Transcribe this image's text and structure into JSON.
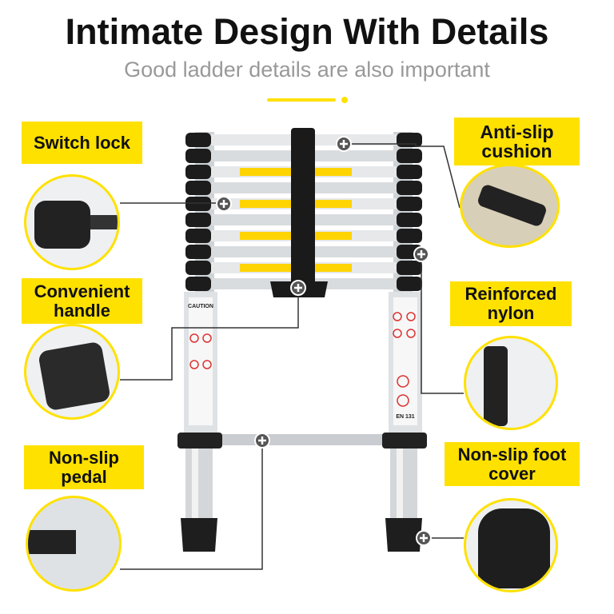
{
  "header": {
    "title": "Intimate Design With Details",
    "subtitle": "Good ladder details are also important"
  },
  "accent_color": "#ffe100",
  "features": {
    "switch_lock": "Switch lock",
    "convenient_handle": "Convenient handle",
    "non_slip_pedal": "Non-slip pedal",
    "anti_slip_cushion": "Anti-slip cushion",
    "reinforced_nylon": "Reinforced nylon",
    "non_slip_foot_cover": "Non-slip foot cover"
  },
  "ladder": {
    "caution_label": "CAUTION",
    "standard_label": "EN 131"
  }
}
